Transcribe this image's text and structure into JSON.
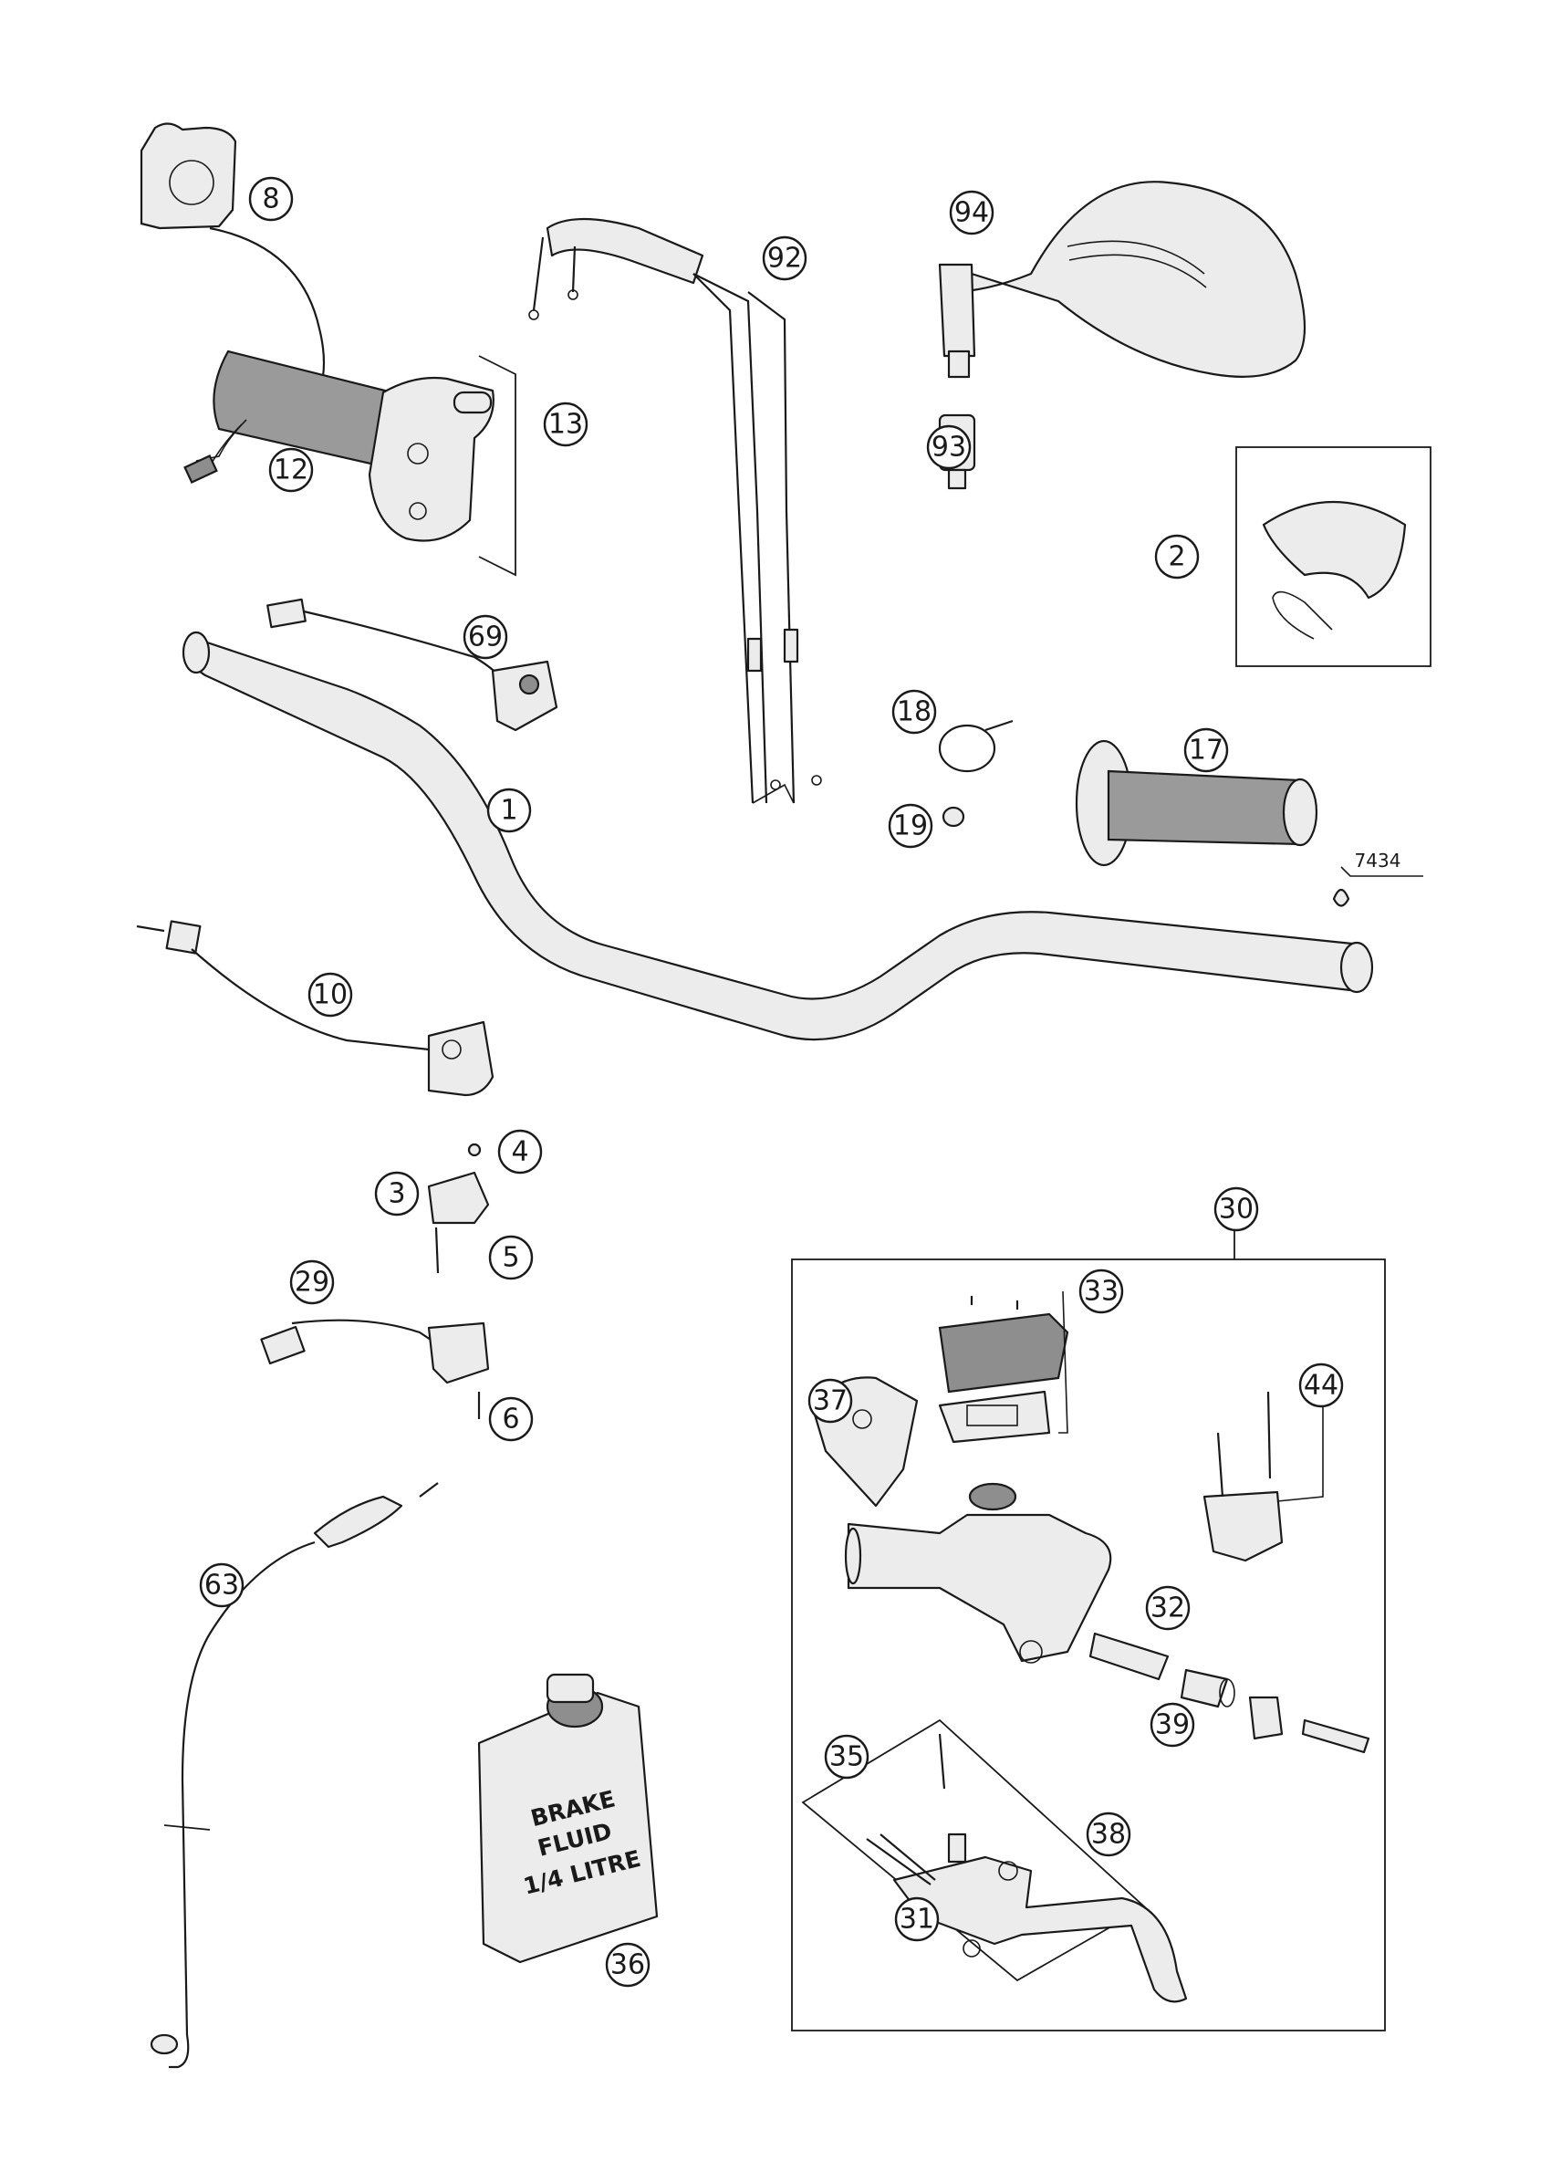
{
  "diagram": {
    "reference_code": "7434",
    "callouts": [
      "8",
      "12",
      "13",
      "92",
      "94",
      "93",
      "2",
      "69",
      "18",
      "17",
      "1",
      "19",
      "10",
      "4",
      "3",
      "5",
      "29",
      "6",
      "30",
      "33",
      "37",
      "44",
      "32",
      "39",
      "35",
      "38",
      "31",
      "63",
      "36"
    ],
    "fluid_can_label": [
      "BRAKE",
      "FLUID",
      "1/4 LITRE"
    ]
  },
  "colors": {
    "ink": "#1a1a1a",
    "paper": "#ffffff",
    "grip_fill": "#9a9a9a",
    "part_fill": "#ececec"
  }
}
